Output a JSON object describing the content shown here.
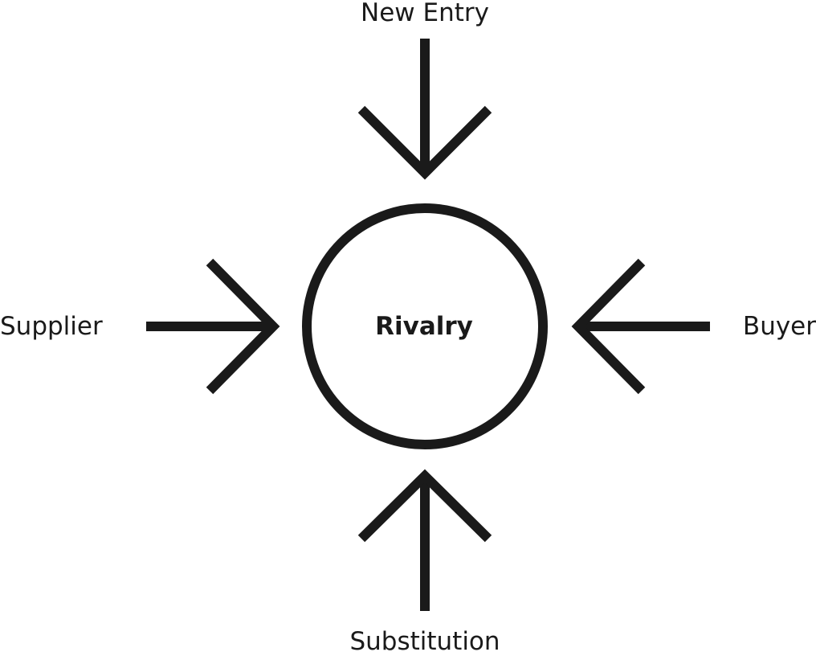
{
  "diagram": {
    "center": "Rivalry",
    "forces": {
      "top": "New Entry",
      "left": "Supplier",
      "right": "Buyer",
      "bottom": "Substitution"
    },
    "color": "#1a1a1a"
  }
}
